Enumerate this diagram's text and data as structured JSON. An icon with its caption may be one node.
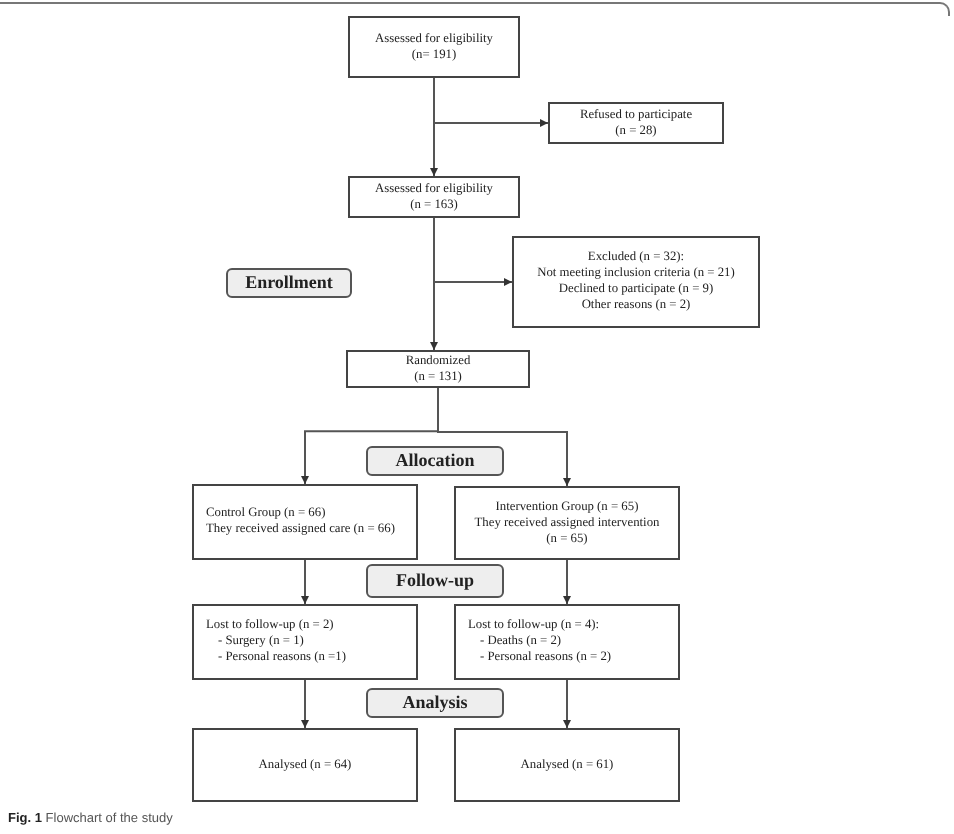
{
  "diagram": {
    "caption": "**Fig. 1** Flowchart of the study",
    "nodes": [
      {
        "text": [
          "Assessed for eligibility",
          "(n= 191)"
        ]
      },
      {
        "text": [
          "Refused to participate",
          "(n = 28)"
        ]
      },
      {
        "text": [
          "Assessed for eligibility",
          "(n = 163)"
        ]
      },
      {
        "text": [
          "Enrollment"
        ]
      },
      {
        "text": [
          "Excluded (n = 32):",
          "Not meeting inclusion criteria (n = 21)",
          "Declined to participate (n = 9)",
          "Other reasons (n = 2)"
        ]
      },
      {
        "text": [
          "Randomized",
          "(n = 131)"
        ]
      },
      {
        "text": [
          "Allocation"
        ]
      },
      {
        "text": [
          "Control Group (n = 66)",
          "They received assigned care (n = 66)"
        ]
      },
      {
        "text": [
          "Intervention Group (n = 65)",
          "They received assigned intervention",
          "(n = 65)"
        ]
      },
      {
        "text": [
          "Follow-up"
        ]
      },
      {
        "text": [
          "Lost to follow-up (n = 2)",
          "- Surgery (n = 1)",
          "- Personal reasons (n =1)"
        ]
      },
      {
        "text": [
          "Lost to follow-up (n = 4):",
          "- Deaths (n = 2)",
          "- Personal reasons (n = 2)"
        ]
      },
      {
        "text": [
          "Analysis"
        ]
      },
      {
        "text": [
          "Analysed (n = 64)"
        ]
      },
      {
        "text": [
          "Analysed (n = 61)"
        ]
      }
    ],
    "edges": [
      {
        "from": 0,
        "to": 2,
        "arrow": "to"
      },
      {
        "from": 0,
        "to": 1,
        "arrow": "to"
      },
      {
        "from": 2,
        "to": 5,
        "arrow": "to"
      },
      {
        "from": 2,
        "to": 4,
        "arrow": "to"
      },
      {
        "from": 5,
        "to": 7,
        "arrow": "to"
      },
      {
        "from": 5,
        "to": 8,
        "arrow": "to"
      },
      {
        "from": 7,
        "to": 10,
        "arrow": "to"
      },
      {
        "from": 8,
        "to": 11,
        "arrow": "to"
      },
      {
        "from": 10,
        "to": 13,
        "arrow": "to"
      },
      {
        "from": 11,
        "to": 14,
        "arrow": "to"
      }
    ]
  }
}
